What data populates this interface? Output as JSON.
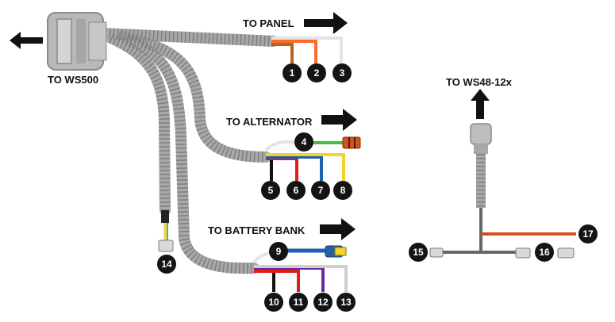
{
  "labels": {
    "to_ws500": "TO WS500",
    "to_panel": "TO PANEL",
    "to_alternator": "TO ALTERNATOR",
    "to_battery_bank": "TO BATTERY BANK",
    "to_ws48": "TO WS48-12x"
  },
  "callouts": [
    "1",
    "2",
    "3",
    "4",
    "5",
    "6",
    "7",
    "8",
    "9",
    "10",
    "11",
    "12",
    "13",
    "14",
    "15",
    "16",
    "17"
  ],
  "colors": {
    "harness_gray": "#9a9a9a",
    "arrow": "#111111",
    "callout_fill": "#141414",
    "wire_brown": "#b5651d",
    "wire_orange": "#ff6a2a",
    "wire_white": "#e4e4e4",
    "wire_black": "#111111",
    "wire_red": "#e01b1b",
    "wire_blue": "#1f5fb4",
    "wire_yellow": "#f2d22e",
    "wire_purple": "#6a2a9a",
    "wire_green": "#3fbf3f",
    "wire_dark_orange": "#d2521c"
  }
}
